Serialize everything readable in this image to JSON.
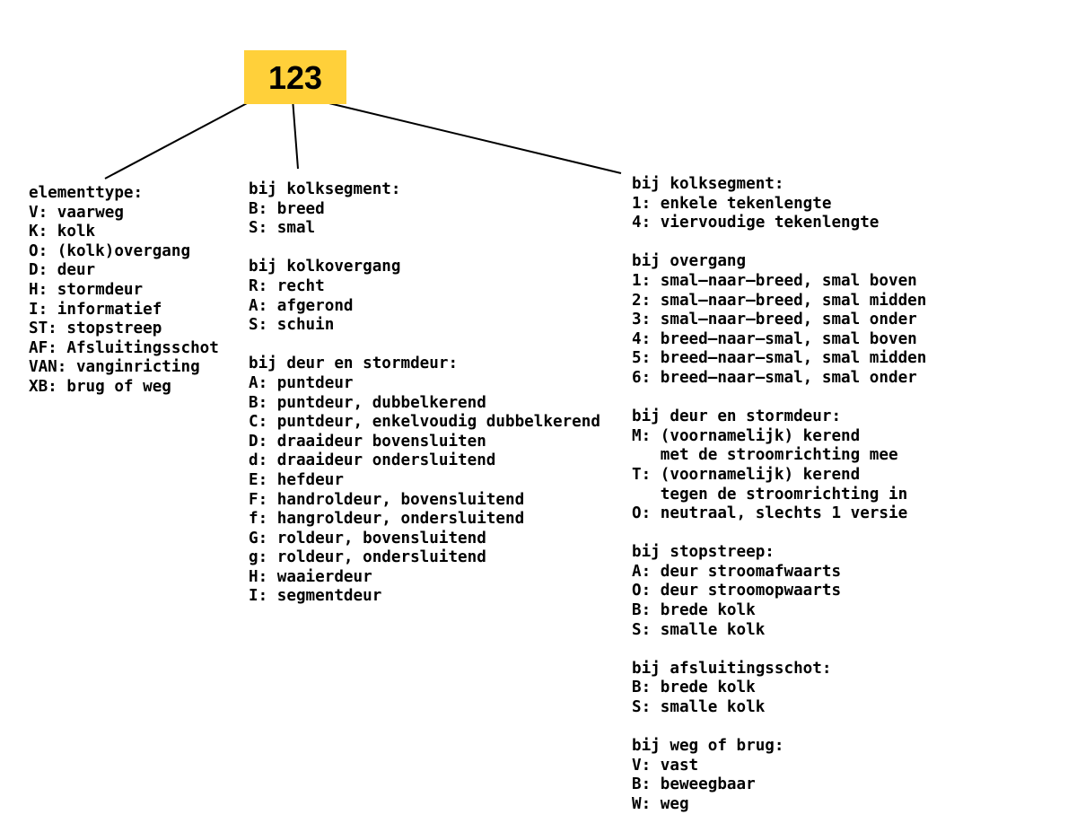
{
  "code": {
    "label": "123",
    "color": "#FFD03A"
  },
  "columns": [
    {
      "id": "element-type",
      "lines": [
        "elementtype:",
        "V: vaarweg",
        "K: kolk",
        "O: (kolk)overgang",
        "D: deur",
        "H: stormdeur",
        "I: informatief",
        "ST: stopstreep",
        "AF: Afsluitingsschot",
        "VAN: vanginricting",
        "XB: brug of weg"
      ]
    },
    {
      "id": "shape-type",
      "lines": [
        "bij kolksegment:",
        "B: breed",
        "S: smal",
        "",
        "bij kolkovergang",
        "R: recht",
        "A: afgerond",
        "S: schuin",
        "",
        "bij deur en stormdeur:",
        "A: puntdeur",
        "B: puntdeur, dubbelkerend",
        "C: puntdeur, enkelvoudig dubbelkerend",
        "D: draaideur bovensluiten",
        "d: draaideur ondersluitend",
        "E: hefdeur",
        "F: handroldeur, bovensluitend",
        "f: hangroldeur, ondersluitend",
        "G: roldeur, bovensluitend",
        "g: roldeur, ondersluitend",
        "H: waaierdeur",
        "I: segmentdeur"
      ]
    },
    {
      "id": "variant",
      "lines": [
        "bij kolksegment:",
        "1: enkele tekenlengte",
        "4: viervoudige tekenlengte",
        "",
        "bij overgang",
        "1: smal–naar–breed, smal boven",
        "2: smal–naar–breed, smal midden",
        "3: smal–naar–breed, smal onder",
        "4: breed–naar–smal, smal boven",
        "5: breed–naar–smal, smal midden",
        "6: breed–naar–smal, smal onder",
        "",
        "bij deur en stormdeur:",
        "M: (voornamelijk) kerend",
        "   met de stroomrichting mee",
        "T: (voornamelijk) kerend",
        "   tegen de stroomrichting in",
        "O: neutraal, slechts 1 versie",
        "",
        "bij stopstreep:",
        "A: deur stroomafwaarts",
        "O: deur stroomopwaarts",
        "B: brede kolk",
        "S: smalle kolk",
        "",
        "bij afsluitingsschot:",
        "B: brede kolk",
        "S: smalle kolk",
        "",
        "bij weg of brug:",
        "V: vast",
        "B: beweegbaar",
        "W: weg"
      ]
    }
  ]
}
